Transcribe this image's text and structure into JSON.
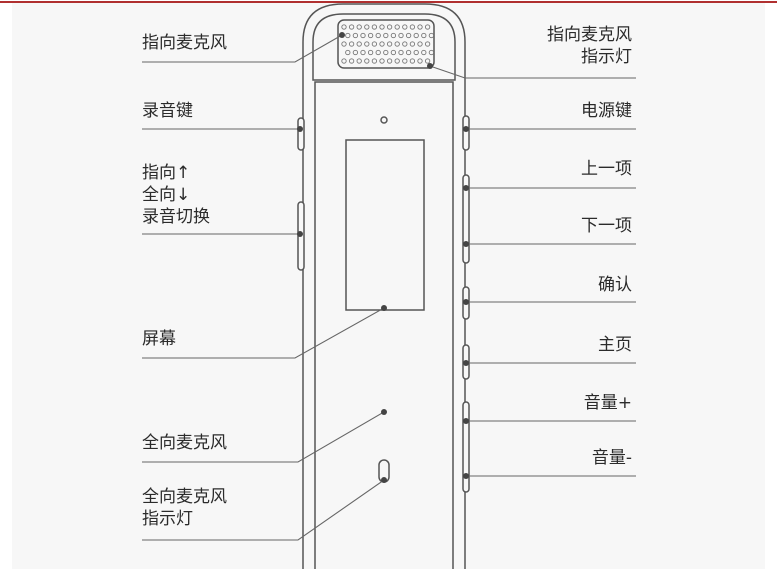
{
  "colors": {
    "background": "#f7f7f7",
    "stroke": "#555555",
    "dot": "#444444",
    "text": "#2b2b2b",
    "top_rule": "#b03030"
  },
  "labels": {
    "directional_mic": "指向麦克风",
    "directional_mic_indicator": "指向麦克风\n指示灯",
    "record_key": "录音键",
    "power_key": "电源键",
    "mode_switch": "指向↑\n全向↓\n录音切换",
    "prev_item": "上一项",
    "next_item": "下一项",
    "confirm": "确认",
    "home": "主页",
    "screen": "屏幕",
    "volume_up": "音量+",
    "volume_down": "音量-",
    "omni_mic": "全向麦克风",
    "omni_mic_indicator": "全向麦克风\n指示灯"
  }
}
